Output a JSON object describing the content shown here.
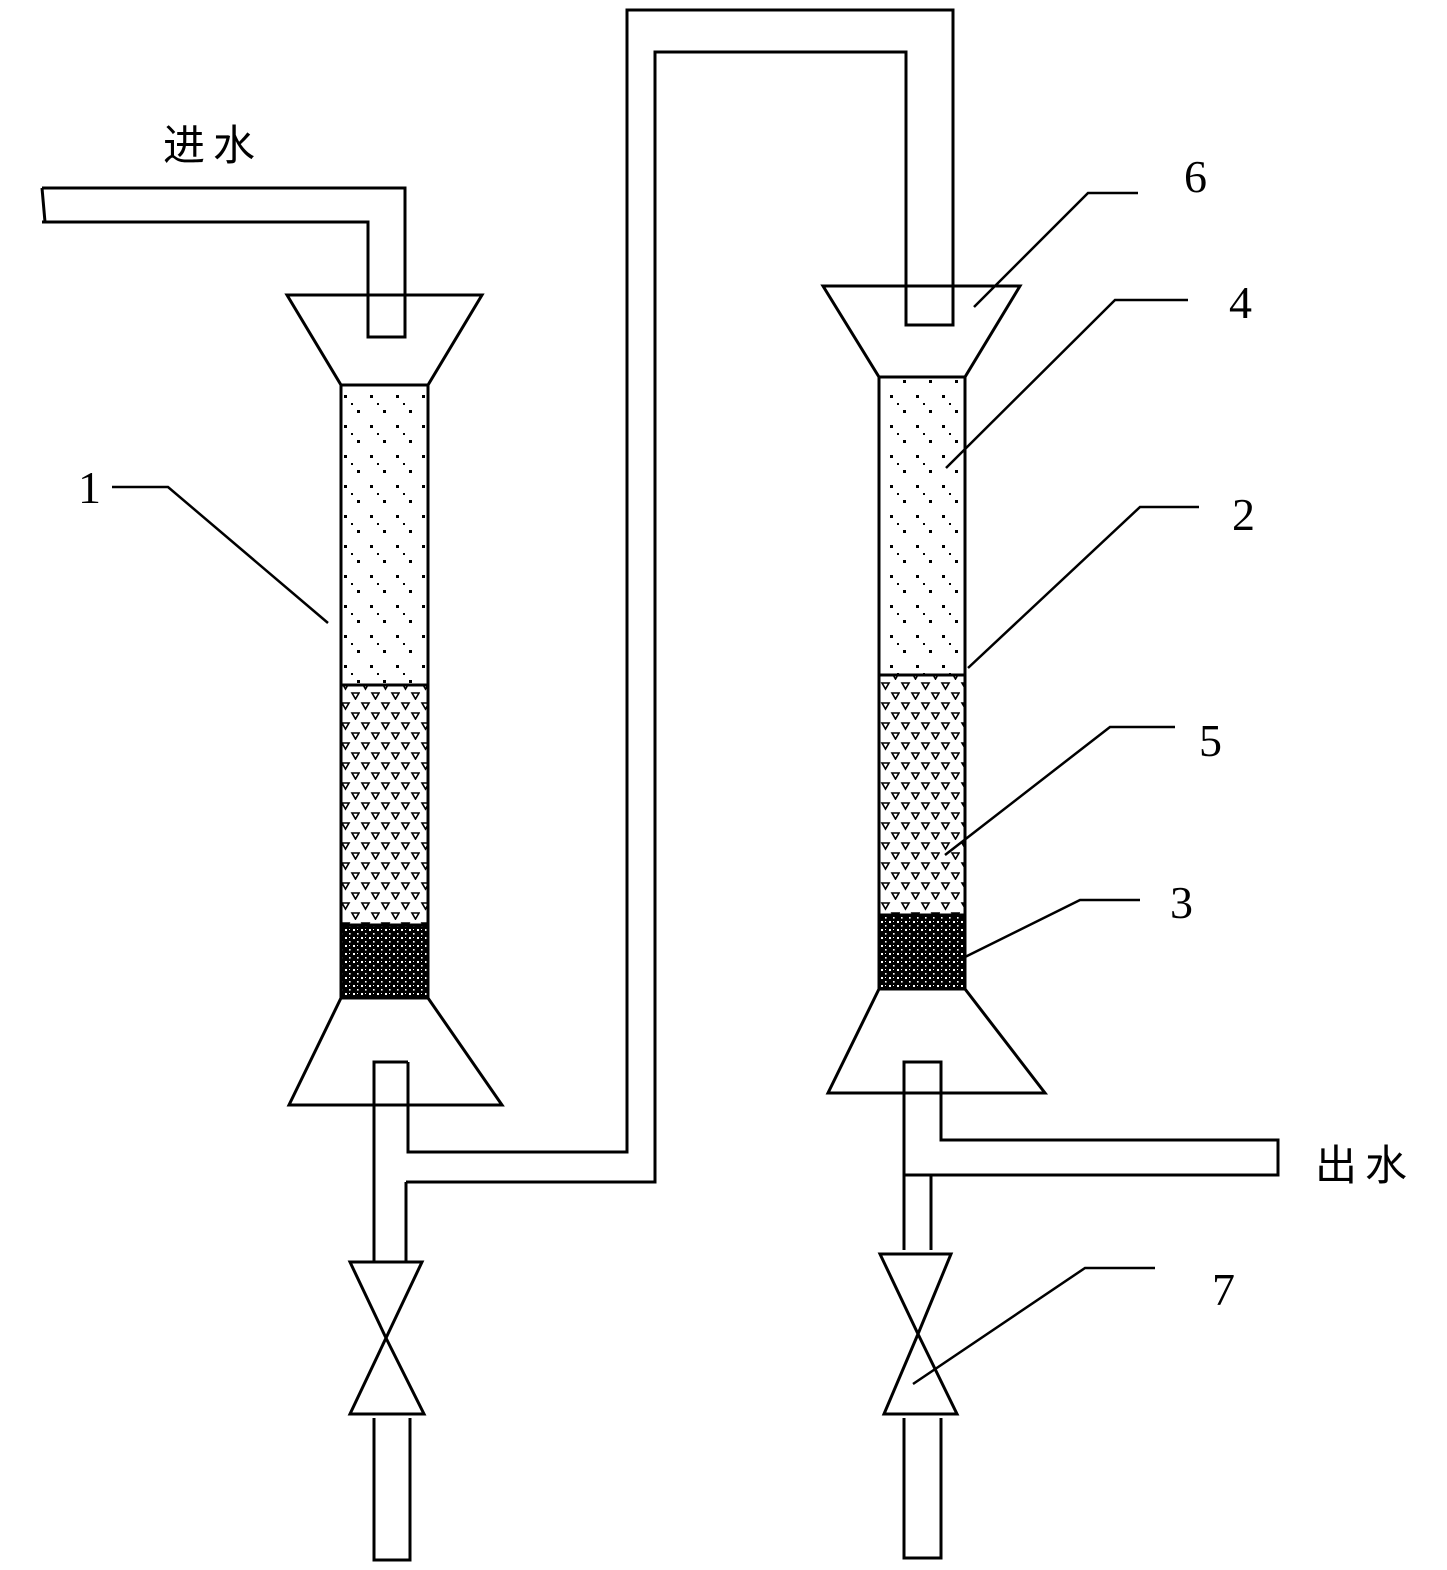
{
  "flow_labels": {
    "inlet": "进水",
    "outlet": "出水"
  },
  "part_labels": {
    "column_1": "1",
    "column_2": "2",
    "gravel_layer": "3",
    "upper_media": "4",
    "lower_media": "5",
    "top_funnel": "6",
    "valve": "7"
  }
}
